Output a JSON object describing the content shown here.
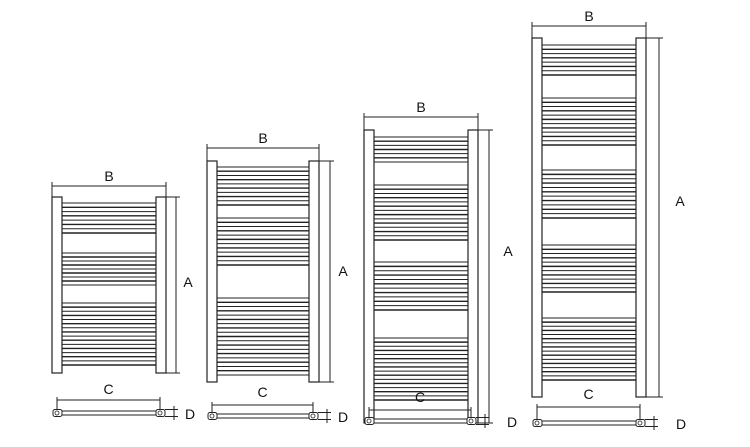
{
  "radiators": [
    {
      "name": "radiator-1",
      "labels": {
        "a": "A",
        "b": "B",
        "c": "C",
        "d": "D"
      }
    },
    {
      "name": "radiator-2",
      "labels": {
        "a": "A",
        "b": "B",
        "c": "C",
        "d": "D"
      }
    },
    {
      "name": "radiator-3",
      "labels": {
        "a": "A",
        "b": "B",
        "c": "C",
        "d": "D"
      }
    },
    {
      "name": "radiator-4",
      "labels": {
        "a": "A",
        "b": "B",
        "c": "C",
        "d": "D"
      }
    }
  ],
  "colors": {
    "line": "#222222",
    "rail": "#ffffff"
  }
}
